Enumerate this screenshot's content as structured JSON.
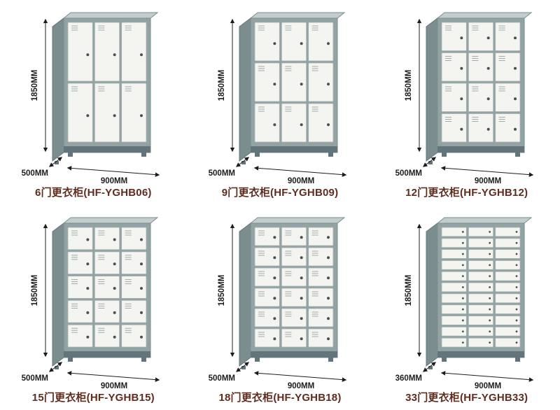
{
  "colors": {
    "background": "#ffffff",
    "cabinet_frame": "#93a3a4",
    "cabinet_side": "#7b8d8f",
    "cabinet_top": "#c3cdcd",
    "cabinet_plinth": "#63757a",
    "door_face": "#f4f4f1",
    "door_border": "#a7b3b4",
    "lock": "#4a4f52",
    "vent": "#9fabac",
    "dimension": "#1c1c1c",
    "caption_text": "#5f2c1e"
  },
  "products": [
    {
      "caption": "6门更衣柜(HF-YGHB06)",
      "height_label": "1850MM",
      "depth_label": "500MM",
      "width_label": "900MM",
      "door_rows": 2,
      "door_cols": 3
    },
    {
      "caption": "9门更衣柜(HF-YGHB09)",
      "height_label": "1850MM",
      "depth_label": "500MM",
      "width_label": "900MM",
      "door_rows": 3,
      "door_cols": 3
    },
    {
      "caption": "12门更衣柜(HF-YGHB12)",
      "height_label": "1850MM",
      "depth_label": "500MM",
      "width_label": "900MM",
      "door_rows": 4,
      "door_cols": 3
    },
    {
      "caption": "15门更衣柜(HF-YGHB15)",
      "height_label": "1850MM",
      "depth_label": "500MM",
      "width_label": "900MM",
      "door_rows": 5,
      "door_cols": 3
    },
    {
      "caption": "18门更衣柜(HF-YGHB18)",
      "height_label": "1850MM",
      "depth_label": "500MM",
      "width_label": "900MM",
      "door_rows": 6,
      "door_cols": 3
    },
    {
      "caption": "33门更衣柜(HF-YGHB33)",
      "height_label": "1850MM",
      "depth_label": "360MM",
      "width_label": "900MM",
      "door_rows": 11,
      "door_cols": 3
    }
  ]
}
